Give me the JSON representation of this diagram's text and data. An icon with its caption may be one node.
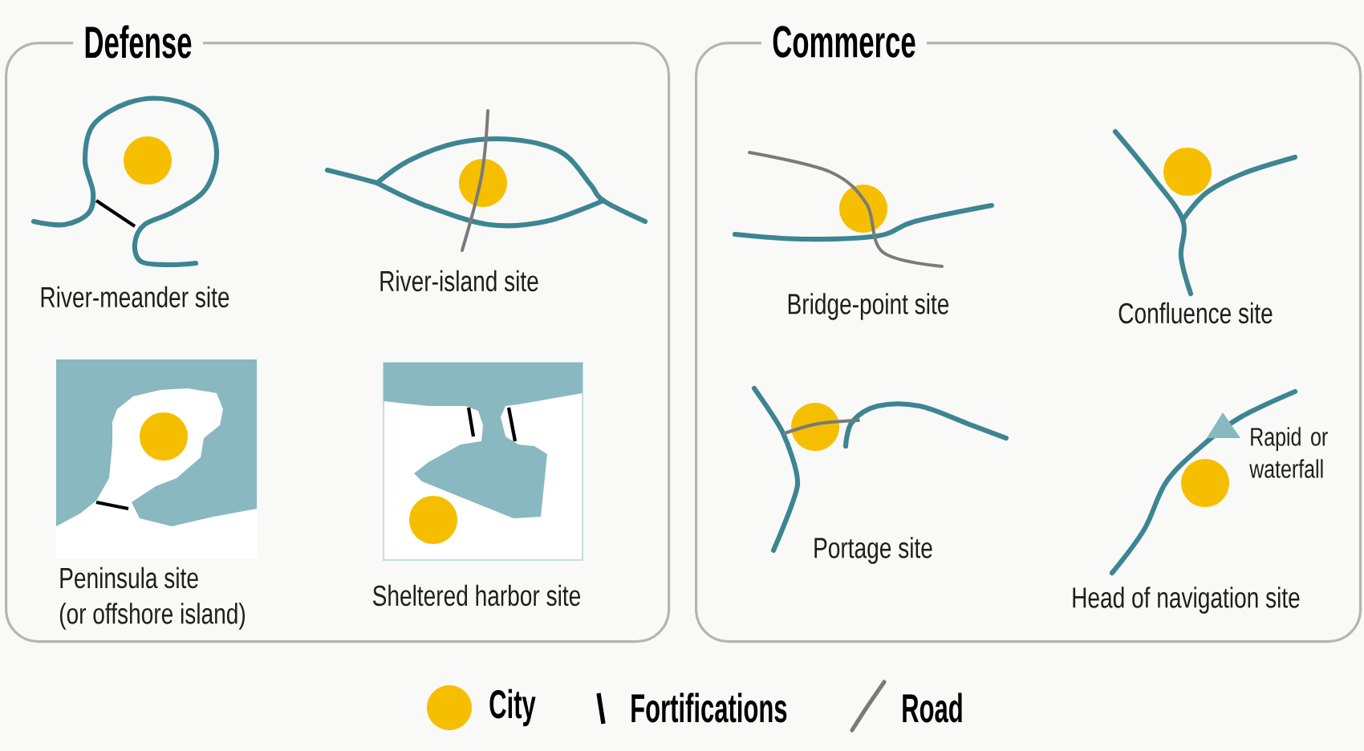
{
  "diagram": {
    "nodes": [
      {
        "text": [
          "Defense"
        ]
      },
      {
        "text": [
          "Commerce"
        ]
      }
    ],
    "labels": [
      "River-meander site",
      "River-island site",
      "Peninsula site",
      "(or offshore island)",
      "Sheltered harbor site",
      "Bridge-point site",
      "Confluence site",
      "Portage site",
      "Rapid or waterfall",
      "Head of navigation site"
    ],
    "legend": [
      {
        "text": "City",
        "color": "#f5bf00"
      },
      {
        "text": "Fortifications"
      },
      {
        "text": "Road"
      }
    ]
  }
}
